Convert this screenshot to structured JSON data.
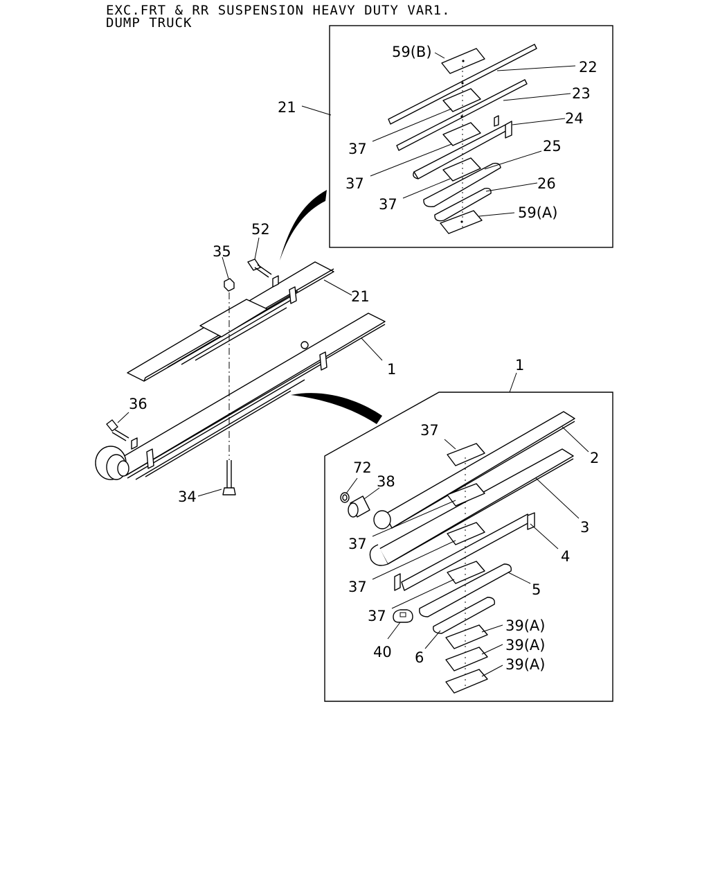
{
  "header": {
    "line1": "EXC.FRT & RR SUSPENSION HEAVY DUTY VAR1.",
    "line2": "DUMP TRUCK"
  },
  "callouts": {
    "p59b": "59(B)",
    "p22": "22",
    "p23": "23",
    "p24": "24",
    "p21_box": "21",
    "p37_a": "37",
    "p25": "25",
    "p37_b": "37",
    "p26": "26",
    "p37_c": "37",
    "p59a": "59(A)",
    "p52": "52",
    "p35": "35",
    "p21": "21",
    "p1": "1",
    "p36": "36",
    "p34": "34",
    "p1_box": "1",
    "p37_d": "37",
    "p2": "2",
    "p72": "72",
    "p38": "38",
    "p3": "3",
    "p37_e": "37",
    "p4": "4",
    "p37_f": "37",
    "p5": "5",
    "p37_g": "37",
    "p39a_1": "39(A)",
    "p40": "40",
    "p6": "6",
    "p39a_2": "39(A)",
    "p39a_3": "39(A)"
  }
}
